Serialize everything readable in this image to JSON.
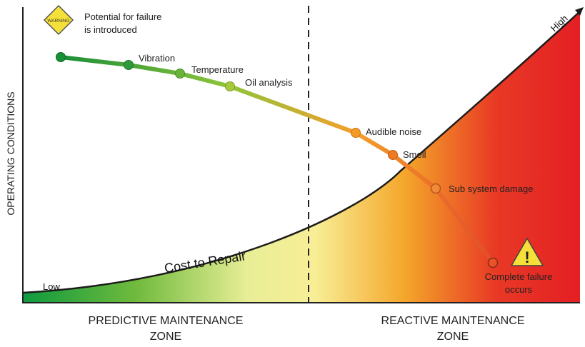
{
  "y_axis_label": "OPERATING CONDITIONS",
  "warning_sign": {
    "text": "WARNING",
    "caption_line1": "Potential for failure",
    "caption_line2": "is introduced"
  },
  "stages": [
    {
      "label": "Vibration",
      "color": "#2e9a3c"
    },
    {
      "label": "Temperature",
      "color": "#6cb33b"
    },
    {
      "label": "Oil analysis",
      "color": "#a6c93c"
    },
    {
      "label": "Audible noise",
      "color": "#f29a23"
    },
    {
      "label": "Smell",
      "color": "#ee7a23"
    },
    {
      "label": "Sub system damage",
      "color": "#e8532a"
    }
  ],
  "final_stage": {
    "line1": "Complete failure",
    "line2": "occurs"
  },
  "alert_icon": "!",
  "cost_curve": {
    "label": "Cost to Repair",
    "low_label": "Low",
    "high_label": "High"
  },
  "zones": {
    "predictive_line1": "PREDICTIVE MAINTENANCE",
    "predictive_line2": "ZONE",
    "reactive_line1": "REACTIVE MAINTENANCE",
    "reactive_line2": "ZONE"
  },
  "colors": {
    "green": "#0f9a3e",
    "yellow": "#f8ee96",
    "orange": "#f4a62a",
    "red": "#e31d24",
    "warning_yellow": "#f5e03a"
  }
}
